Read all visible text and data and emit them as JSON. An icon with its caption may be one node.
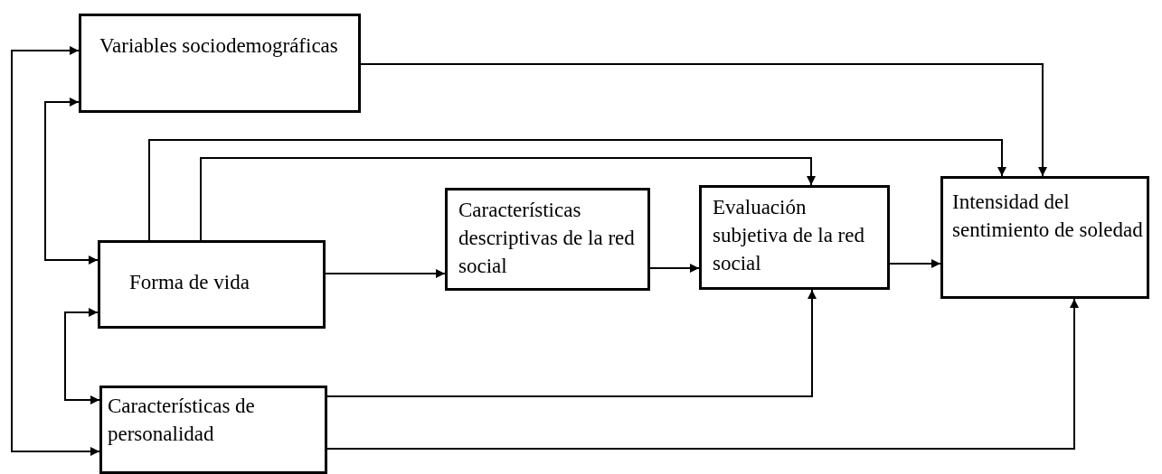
{
  "diagram": {
    "nodes": [
      {
        "text": [
          "Variables sociodemográficas"
        ]
      },
      {
        "text": [
          "Forma de vida"
        ]
      },
      {
        "text": [
          "Características de personalidad"
        ]
      },
      {
        "text": [
          "Características descriptivas de la red social"
        ]
      },
      {
        "text": [
          "Evaluación subjetiva de la red social"
        ]
      },
      {
        "text": [
          "Intensidad del sentimiento de soledad"
        ]
      }
    ],
    "edges": [
      {
        "from": 0,
        "to": 5,
        "arrow": "to"
      },
      {
        "from": 1,
        "to": 5,
        "arrow": "to"
      },
      {
        "from": 1,
        "to": 4,
        "arrow": "to"
      },
      {
        "from": 1,
        "to": 3,
        "arrow": "to"
      },
      {
        "from": 3,
        "to": 4,
        "arrow": "to"
      },
      {
        "from": 4,
        "to": 5,
        "arrow": "to"
      },
      {
        "from": 2,
        "to": 4,
        "arrow": "to"
      },
      {
        "from": 2,
        "to": 5,
        "arrow": "to"
      },
      {
        "from": 0,
        "to": 1,
        "arrow": "both"
      },
      {
        "from": 1,
        "to": 2,
        "arrow": "both"
      },
      {
        "from": 0,
        "to": 2,
        "arrow": "both"
      }
    ]
  }
}
